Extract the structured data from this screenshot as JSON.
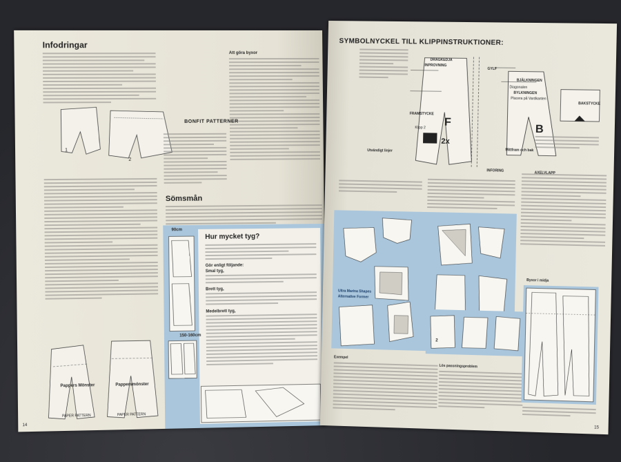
{
  "left_page": {
    "heading_infodringar": "Infodringar",
    "heading_somsman": "Sömsmån",
    "heading_hur_mycket_tyg": "Hur mycket tyg?",
    "brand_logo": "BONFIT PATTERNER",
    "col_mid_title": "Att göra byxor",
    "fig_label_1": "1",
    "fig_label_2": "2",
    "label_90cm": "90cm",
    "label_150_160cm": "150-160cm",
    "label_pappers_monster_left": "Pappers Mönster",
    "label_pappersmonster_right": "Pappersmönster",
    "label_paper_pattern_left": "PAPER PATTERN",
    "label_paper_pattern_right": "PAPER PATTERN",
    "tyg_smal": "Smal tyg,",
    "tyg_bredd": "Brett tyg,",
    "tyg_medel": "Medelbrett tyg,",
    "tyg_gor_enligt": "Gör enligt följande:",
    "page_number": "14"
  },
  "right_page": {
    "title": "SYMBOLNYCKEL TILL KLIPPINSTRUKTIONER:",
    "label_dragkedja": "DRAGKEDJA",
    "label_inprovning": "INPROVNING",
    "label_gylf": "GYLF",
    "label_bjalkningen": "BJÄLKNINGEN",
    "label_diagonalen": "Diagonalen",
    "label_bylkningen": "BYLKNINGEN",
    "label_placera": "Placera på Vardkanten",
    "label_bakstycke": "BAKSTYCKE",
    "label_framstycke": "FRAMSTYCKE",
    "label_klipp2": "Klipp 2",
    "letter_f": "F",
    "letter_b": "B",
    "label_2x": "2x",
    "label_utvandig": "Utvändigt linjer",
    "label_inforing": "INFORING",
    "label_axelvlapp": "AXELVLAPP",
    "label_mittfram": "Mittfram och bak",
    "label_ultra_shapes": "Ultra Marina Shapes",
    "label_alternative_forms": "Alternative Former",
    "label_exempel": "Exempel",
    "label_los_passningsproblem": "Lös passningsproblem",
    "label_byxor_i_midja": "Byxor i midja",
    "label_fig_2": "2",
    "page_number": "15"
  }
}
